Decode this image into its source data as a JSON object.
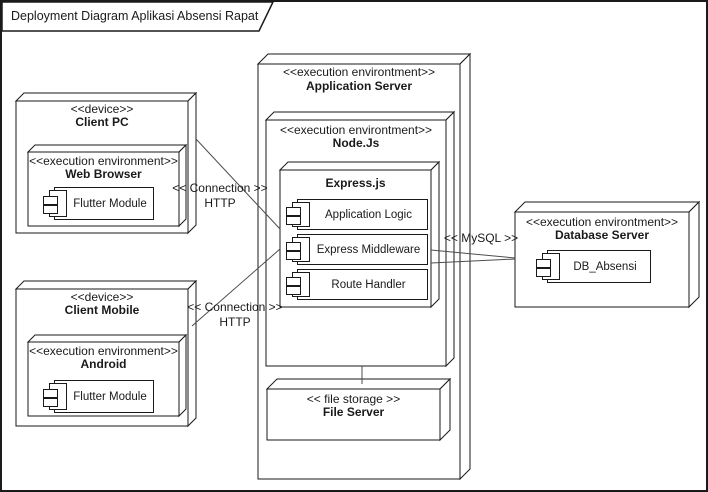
{
  "frame": {
    "title": "Deployment Diagram Aplikasi Absensi Rapat"
  },
  "nodes": {
    "client_pc": {
      "stereotype": "<<device>>",
      "name": "Client PC"
    },
    "web_browser": {
      "stereotype": "<<execution environment>>",
      "name": "Web Browser",
      "component": "Flutter Module"
    },
    "client_mobile": {
      "stereotype": "<<device>>",
      "name": "Client Mobile"
    },
    "android": {
      "stereotype": "<<execution environment>>",
      "name": "Android",
      "component": "Flutter Module"
    },
    "application_server": {
      "stereotype": "<<execution environtment>>",
      "name": "Application Server"
    },
    "node_js": {
      "stereotype": "<<execution environtment>>",
      "name": "Node.Js"
    },
    "express_js": {
      "name": "Express.js",
      "components": [
        "Application Logic",
        "Express Middleware",
        "Route Handler"
      ]
    },
    "file_server": {
      "stereotype": "<< file storage >>",
      "name": "File Server"
    },
    "database_server": {
      "stereotype": "<<execution environtment>>",
      "name": "Database Server",
      "component": "DB_Absensi"
    }
  },
  "connections": {
    "pc_http": {
      "stereotype": "<< Connection >>",
      "protocol": "HTTP"
    },
    "mobile_http": {
      "stereotype": "<< Connection >>",
      "protocol": "HTTP"
    },
    "mysql": {
      "stereotype": "<< MySQL >>"
    }
  },
  "colors": {
    "stroke": "#1a1a1a",
    "background": "#ffffff",
    "text": "#1a1a1a"
  }
}
